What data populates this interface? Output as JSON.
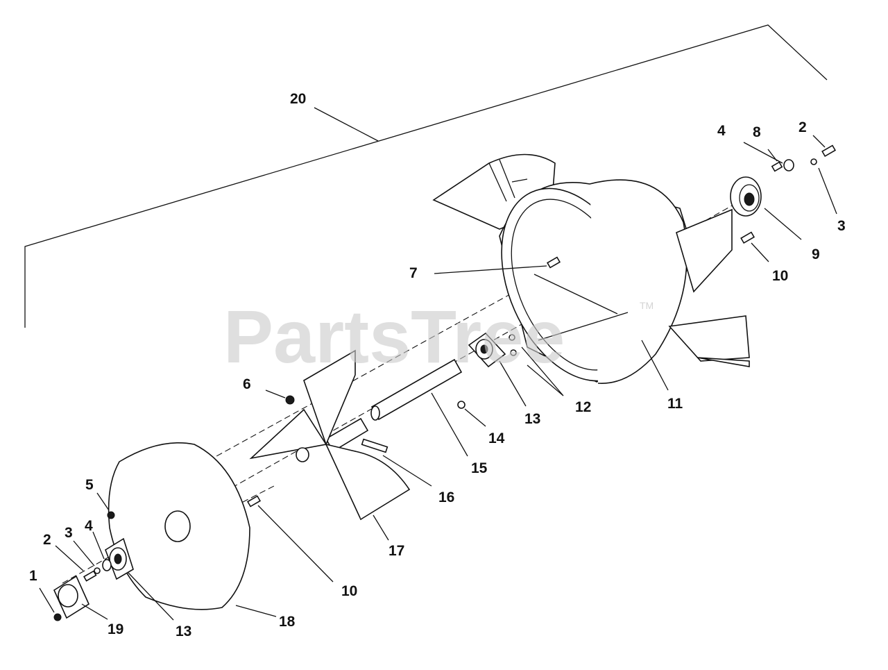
{
  "watermark": {
    "text": "PartsTree",
    "tm": "TM"
  },
  "callouts": {
    "c1": "1",
    "c2a": "2",
    "c3a": "3",
    "c4a": "4",
    "c5": "5",
    "c6": "6",
    "c7": "7",
    "c4b": "4",
    "c8": "8",
    "c2b": "2",
    "c3b": "3",
    "c9": "9",
    "c10a": "10",
    "c10b": "10",
    "c11": "11",
    "c12": "12",
    "c13a": "13",
    "c13b": "13",
    "c14": "14",
    "c15": "15",
    "c16": "16",
    "c17": "17",
    "c18": "18",
    "c19": "19",
    "c20": "20"
  }
}
